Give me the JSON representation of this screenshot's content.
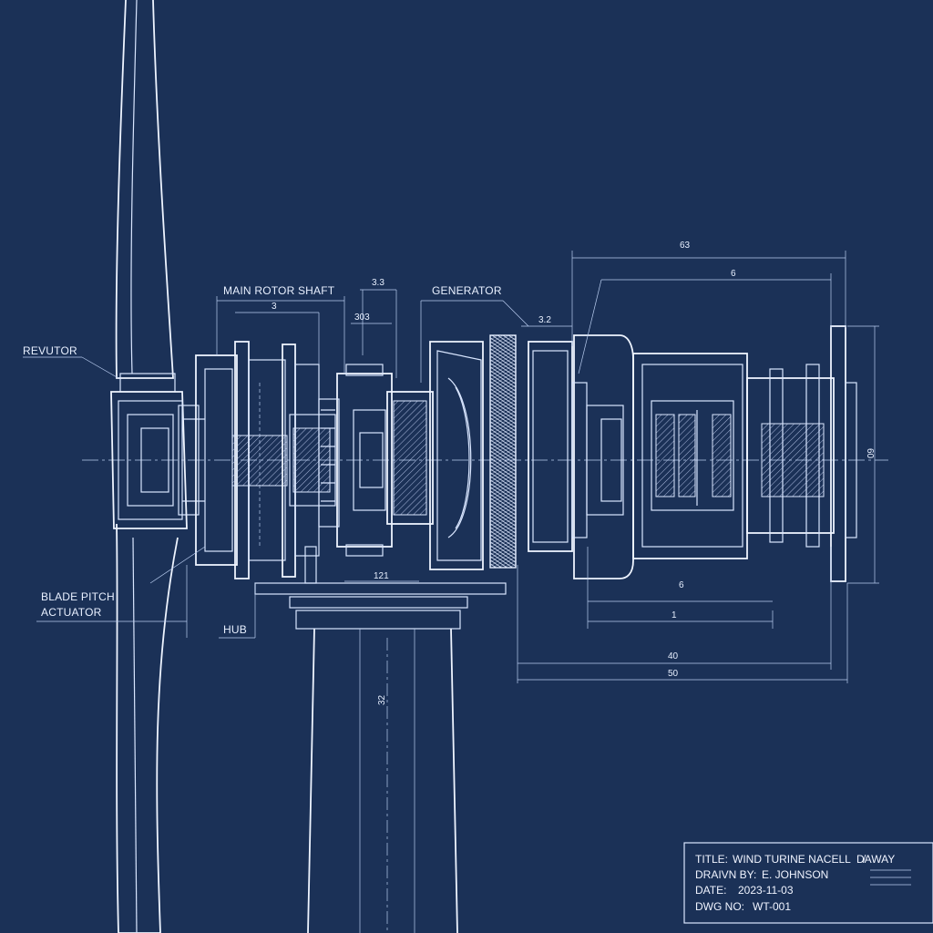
{
  "labels": {
    "main_rotor_shaft": "MAIN ROTOR SHAFT",
    "generator": "GENERATOR",
    "revutor": "REVUTOR",
    "blade_pitch_line1": "BLADE PITCH",
    "blade_pitch_line2": "ACTUATOR",
    "hub": "HUB"
  },
  "dimensions": {
    "top_overall": "63",
    "top_second": "6",
    "shaft_gap": "3.3",
    "shaft_span": "3",
    "shaft_inner": "303",
    "gen_gap": "3.2",
    "bottom_121": "121",
    "tower_height": "32",
    "right_6": "6",
    "right_1": "1",
    "overall_40": "40",
    "overall_50": "50",
    "vertical_right": "60"
  },
  "title_block": {
    "title_label": "TITLE:",
    "title_value": "WIND TURINE NACELL",
    "title_overlap": "D̸AWAY",
    "drawn_label": "DRAIVN BY:",
    "drawn_value": "E. JOHNSON",
    "date_label": "DATE:",
    "date_value": "2023-11-03",
    "dwg_label": "DWG NO:",
    "dwg_value": "WT-001"
  }
}
